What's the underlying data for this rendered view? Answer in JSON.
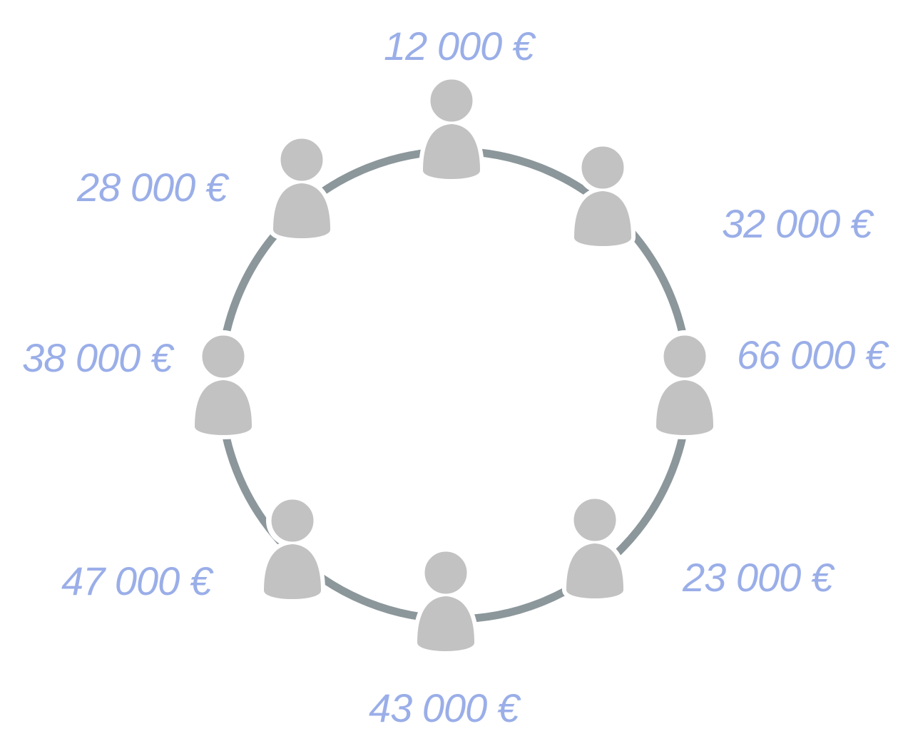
{
  "colors": {
    "ring": "#8c979b",
    "person": "#c2c2c2",
    "person_outline": "#ffffff",
    "amount_text": "#9aaee8"
  },
  "people": [
    {
      "icon": "person-icon",
      "amount": "12 000 €"
    },
    {
      "icon": "person-icon",
      "amount": "32 000 €"
    },
    {
      "icon": "person-icon",
      "amount": "66 000 €"
    },
    {
      "icon": "person-icon",
      "amount": "23 000 €"
    },
    {
      "icon": "person-icon",
      "amount": "43 000 €"
    },
    {
      "icon": "person-icon",
      "amount": "47 000 €"
    },
    {
      "icon": "person-icon",
      "amount": "38 000 €"
    },
    {
      "icon": "person-icon",
      "amount": "28 000 €"
    }
  ]
}
